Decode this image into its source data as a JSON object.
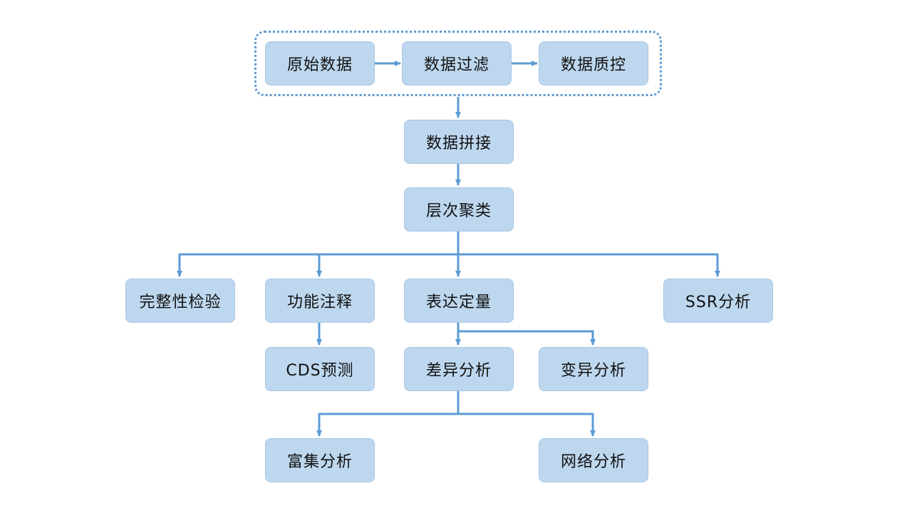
{
  "diagram": {
    "group_box": {
      "nodes": [
        {
          "id": "raw",
          "label": "原始数据"
        },
        {
          "id": "filter",
          "label": "数据过滤"
        },
        {
          "id": "qc",
          "label": "数据质控"
        }
      ]
    },
    "nodes": {
      "assembly": {
        "label": "数据拼接"
      },
      "cluster": {
        "label": "层次聚类"
      },
      "busco": {
        "label": "完整性检验"
      },
      "annot": {
        "label": "功能注释"
      },
      "quant": {
        "label": "表达定量"
      },
      "ssr": {
        "label": "SSR分析"
      },
      "cds": {
        "label": "CDS预测"
      },
      "deg": {
        "label": "差异分析"
      },
      "snp": {
        "label": "变异分析"
      },
      "enrich": {
        "label": "富集分析"
      },
      "network": {
        "label": "网络分析"
      }
    },
    "edges": [
      {
        "from": "原始数据",
        "to": "数据过滤"
      },
      {
        "from": "数据过滤",
        "to": "数据质控"
      },
      {
        "from": "数据过滤",
        "to": "数据拼接"
      },
      {
        "from": "数据拼接",
        "to": "层次聚类"
      },
      {
        "from": "层次聚类",
        "to": "完整性检验"
      },
      {
        "from": "层次聚类",
        "to": "功能注释"
      },
      {
        "from": "层次聚类",
        "to": "表达定量"
      },
      {
        "from": "层次聚类",
        "to": "SSR分析"
      },
      {
        "from": "功能注释",
        "to": "CDS预测"
      },
      {
        "from": "表达定量",
        "to": "差异分析"
      },
      {
        "from": "表达定量",
        "to": "变异分析"
      },
      {
        "from": "差异分析",
        "to": "富集分析"
      },
      {
        "from": "差异分析",
        "to": "网络分析"
      }
    ],
    "colors": {
      "node_fill": "#bdd7ee",
      "node_border": "#a9c7e4",
      "edge": "#5b9bd5",
      "group_border": "#5b9bd5",
      "text": "#111111"
    }
  }
}
